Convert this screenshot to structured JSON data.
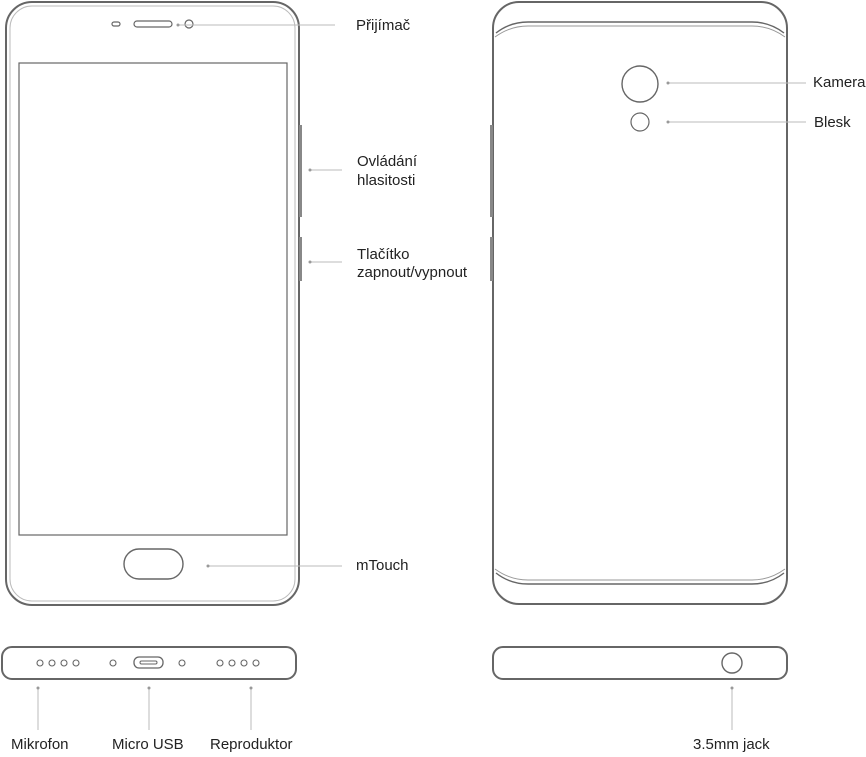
{
  "labels": {
    "receiver": "Přijímač",
    "volume_line1": "Ovládání",
    "volume_line2": "hlasitosti",
    "power_line1": "Tlačítko",
    "power_line2": "zapnout/vypnout",
    "mtouch": "mTouch",
    "camera": "Kamera",
    "flash": "Blesk",
    "microphone": "Mikrofon",
    "micro_usb": "Micro USB",
    "speaker": "Reproduktor",
    "jack": "3.5mm jack"
  },
  "colors": {
    "outline": "#666666",
    "outline_light": "#8a8a8a",
    "leader_line": "#bbbbbb",
    "text": "#222222"
  }
}
